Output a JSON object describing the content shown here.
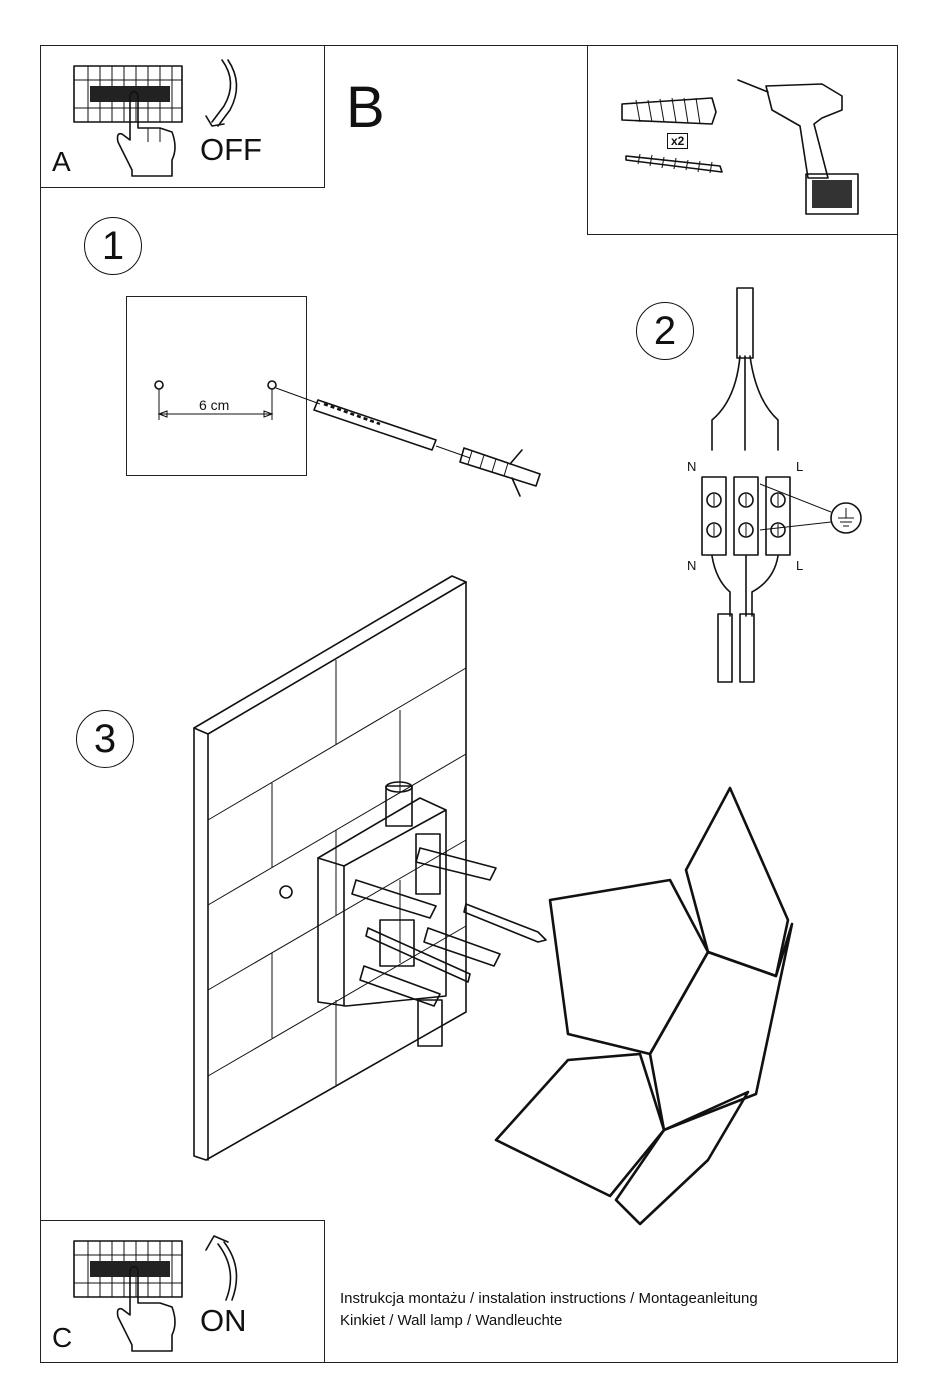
{
  "panel_a": {
    "letter": "A",
    "action": "OFF"
  },
  "panel_b": {
    "letter": "B",
    "quantity": "x2"
  },
  "panel_c": {
    "letter": "C",
    "action": "ON"
  },
  "steps": {
    "step1": "1",
    "step2": "2",
    "step3": "3"
  },
  "step1": {
    "distance": "6 cm"
  },
  "step2": {
    "neutral_top": "N",
    "live_top": "L",
    "neutral_bottom": "N",
    "live_bottom": "L"
  },
  "footer": {
    "line1": "Instrukcja montażu / instalation instructions / Montageanleitung",
    "line2": "Kinkiet / Wall lamp / Wandleuchte"
  }
}
